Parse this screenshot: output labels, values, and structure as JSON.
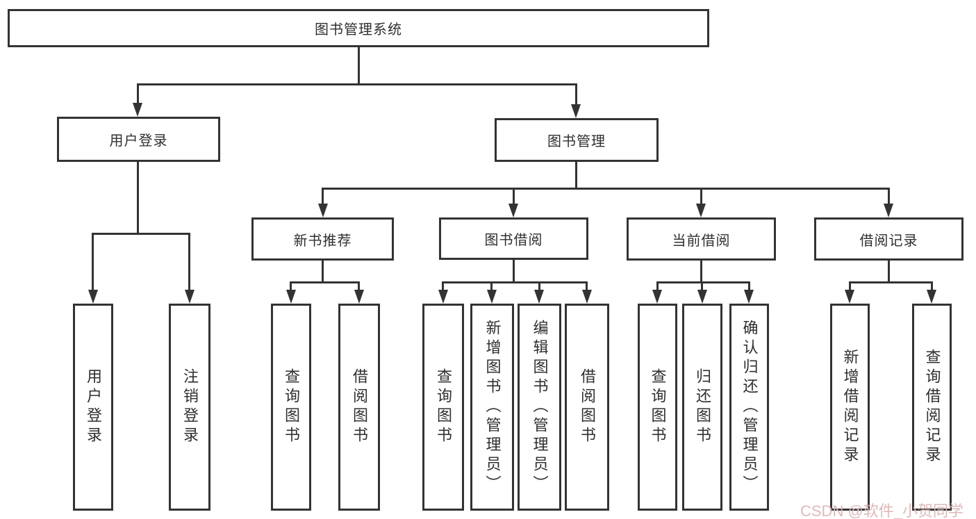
{
  "tree": {
    "root": {
      "label": "图书管理系统"
    },
    "branches": [
      {
        "label": "用户登录",
        "children": [
          {
            "label": "用户登录"
          },
          {
            "label": "注销登录"
          }
        ]
      },
      {
        "label": "图书管理",
        "children": [
          {
            "label": "新书推荐",
            "children": [
              {
                "label": "查询图书"
              },
              {
                "label": "借阅图书"
              }
            ]
          },
          {
            "label": "图书借阅",
            "children": [
              {
                "label": "查询图书"
              },
              {
                "label": "新增图书（管理员）"
              },
              {
                "label": "编辑图书（管理员）"
              },
              {
                "label": "借阅图书"
              }
            ]
          },
          {
            "label": "当前借阅",
            "children": [
              {
                "label": "查询图书"
              },
              {
                "label": "归还图书"
              },
              {
                "label": "确认归还（管理员）"
              }
            ]
          },
          {
            "label": "借阅记录",
            "children": [
              {
                "label": "新增借阅记录"
              },
              {
                "label": "查询借阅记录"
              }
            ]
          }
        ]
      }
    ]
  },
  "watermark": {
    "text": "CSDN @软件_小贺同学",
    "color": "#ddb6b6"
  },
  "colors": {
    "line": "#333333",
    "text": "#2f2f2f",
    "box_fill": "#ffffff",
    "background": "#ffffff"
  }
}
